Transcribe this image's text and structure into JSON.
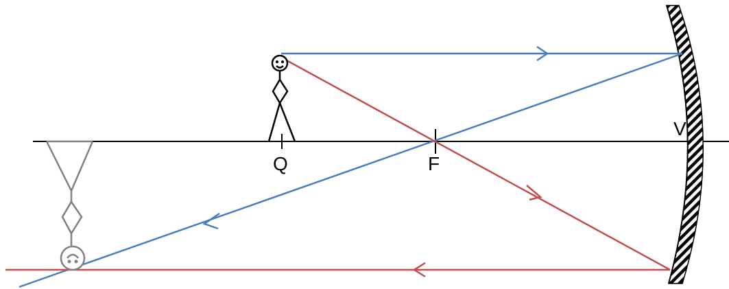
{
  "labels": {
    "object_point": "Q",
    "focal_point": "F",
    "vertex": "V"
  },
  "colors": {
    "ray_parallel": "#4a7ebb",
    "ray_focal": "#c0504d",
    "axis": "#000000",
    "object": "#000000",
    "image": "#808080"
  },
  "icons": {
    "object": "stick-figure-upright",
    "image": "stick-figure-inverted",
    "mirror": "concave-mirror-hatched"
  }
}
